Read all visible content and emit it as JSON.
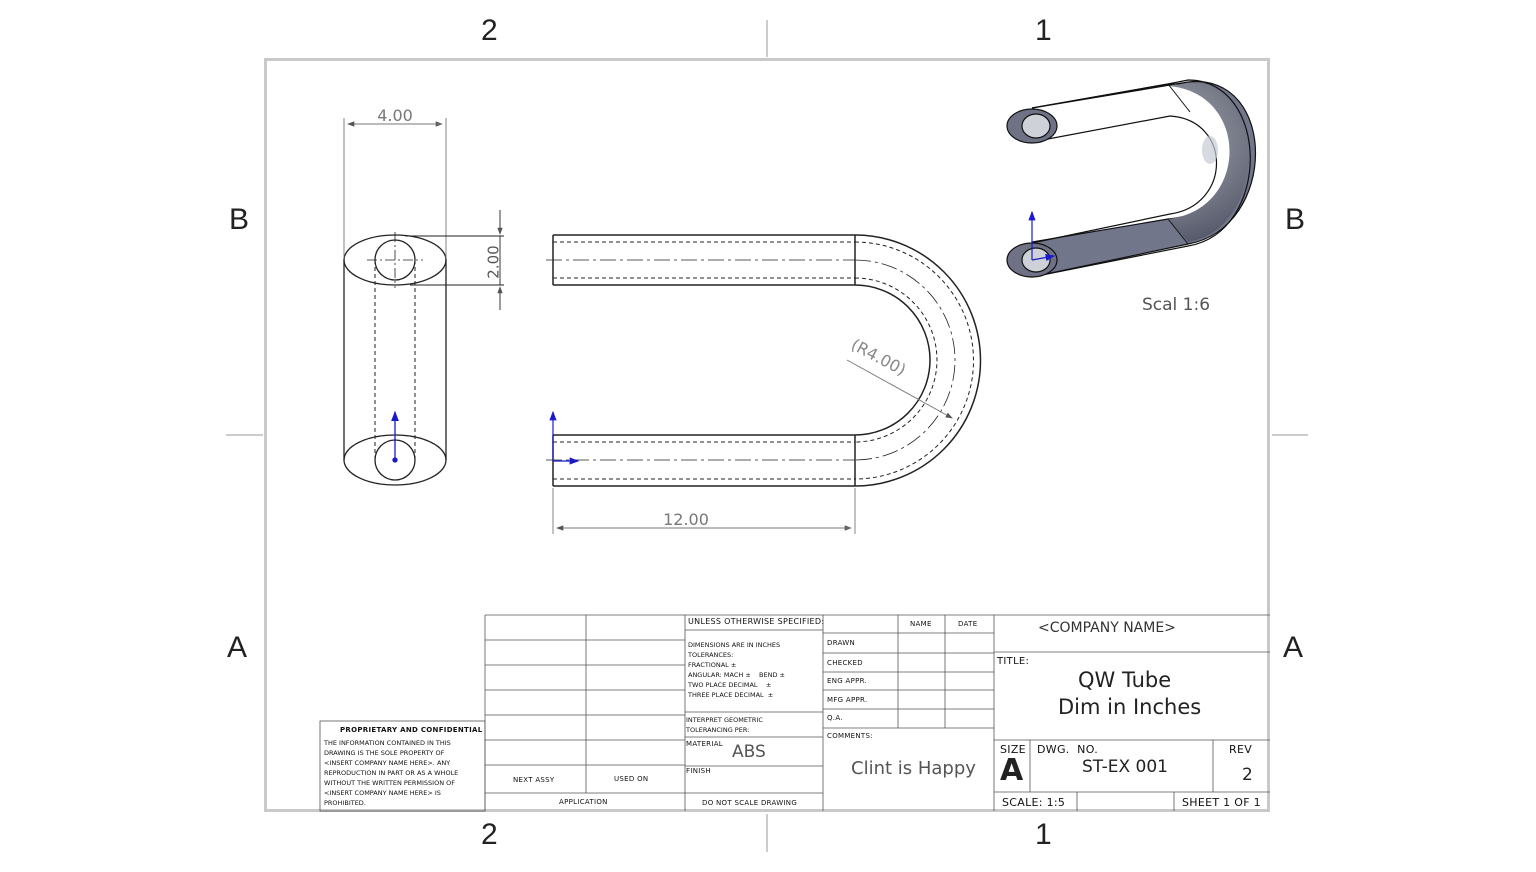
{
  "zones": {
    "top_left": "2",
    "top_right": "1",
    "bottom_left": "2",
    "bottom_right": "1",
    "left_upper": "B",
    "left_lower": "A",
    "right_upper": "B",
    "right_lower": "A"
  },
  "dimensions": {
    "width": "4.00",
    "height": "2.00",
    "radius": "(R4.00)",
    "length": "12.00"
  },
  "iso_view": {
    "scale_note": "Scal 1:6",
    "tube_color": "#7c7f8c"
  },
  "proprietary": {
    "title": "PROPRIETARY AND CONFIDENTIAL",
    "lines": [
      "THE INFORMATION CONTAINED IN THIS",
      "DRAWING IS THE SOLE PROPERTY OF",
      "<INSERT COMPANY NAME HERE>. ANY",
      "REPRODUCTION IN PART OR AS A WHOLE",
      "WITHOUT THE WRITTEN PERMISSION OF",
      "<INSERT COMPANY NAME HERE> IS",
      "PROHIBITED."
    ]
  },
  "next_assy": "NEXT ASSY",
  "used_on": "USED ON",
  "application": "APPLICATION",
  "spec": {
    "header": "UNLESS OTHERWISE SPECIFIED:",
    "lines": [
      "DIMENSIONS ARE IN INCHES",
      "TOLERANCES:",
      "FRACTIONAL ±",
      "ANGULAR: MACH ±    BEND ±",
      "TWO PLACE DECIMAL    ±",
      "THREE PLACE DECIMAL  ±"
    ],
    "interpret": [
      "INTERPRET GEOMETRIC",
      "TOLERANCING PER:"
    ],
    "material_label": "MATERIAL",
    "material": "ABS",
    "finish_label": "FINISH",
    "do_not_scale": "DO NOT SCALE DRAWING"
  },
  "approvals": {
    "name_header": "NAME",
    "date_header": "DATE",
    "rows": [
      "DRAWN",
      "CHECKED",
      "ENG APPR.",
      "MFG APPR.",
      "Q.A."
    ],
    "comments_label": "COMMENTS:",
    "comments": "Clint is Happy"
  },
  "title_block": {
    "company": "<COMPANY NAME>",
    "title_label": "TITLE:",
    "title_line1": "QW Tube",
    "title_line2": "Dim in Inches",
    "size_label": "SIZE",
    "size": "A",
    "dwg_no_label": "DWG.  NO.",
    "dwg_no": "ST-EX 001",
    "rev_label": "REV",
    "rev": "2",
    "scale": "SCALE: 1:5",
    "sheet": "SHEET 1 OF 1"
  }
}
